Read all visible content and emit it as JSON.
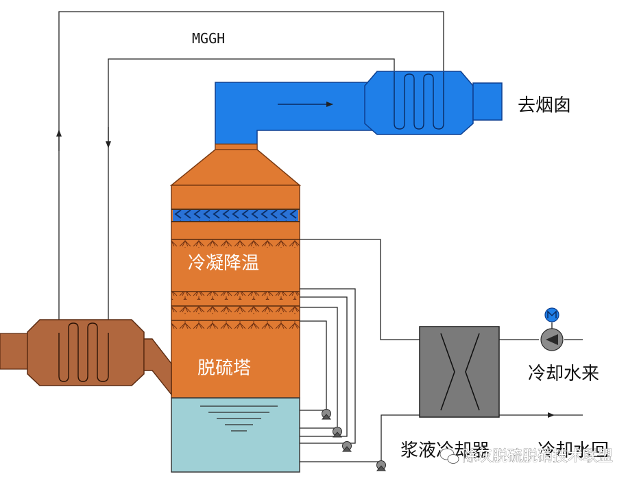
{
  "labels": {
    "mggh": "MGGH",
    "to_chimney": "去烟囱",
    "condensation_zone": "冷凝降温",
    "desulfurization_tower": "脱硫塔",
    "cooling_water_in": "冷却水来",
    "slurry_cooler": "浆液冷却器",
    "cooling_water_return": "冷却水回"
  },
  "watermark": {
    "text": "除灰脱硫脱硝技术联盟"
  },
  "colors": {
    "flue_duct_hot": "#1f7fe8",
    "flue_gas_exchanger_hot": "#b0673e",
    "tower_body": "#e07a32",
    "slurry_pool": "#9fd0d6",
    "cooler_body": "#7a7a7a",
    "pump": "#8c8c8c",
    "demister_strip": "#1b63c6",
    "pipe": "#222222"
  }
}
